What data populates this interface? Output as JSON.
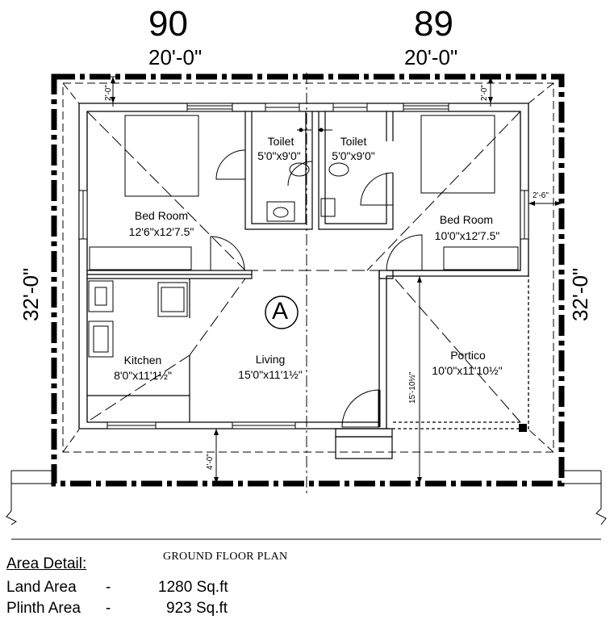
{
  "plot_numbers": {
    "left": "90",
    "right": "89"
  },
  "widths": {
    "left": "20'-0\"",
    "right": "20'-0\""
  },
  "depth": {
    "left": "32'-0\"",
    "right": "32'-0\""
  },
  "setbacks": {
    "top_left": "2'-0\"",
    "top_right": "2'-0\"",
    "right_side": "2'-6\"",
    "front": "4'-0\"",
    "portico_depth": "15'-10½\""
  },
  "rooms": {
    "bed_left": {
      "name": "Bed Room",
      "size": "12'6\"x12'7.5\""
    },
    "toilet_left": {
      "name": "Toilet",
      "size": "5'0\"x9'0\""
    },
    "toilet_right": {
      "name": "Toilet",
      "size": "5'0\"x9'0\""
    },
    "bed_right": {
      "name": "Bed Room",
      "size": "10'0\"x12'7.5\""
    },
    "kitchen": {
      "name": "Kitchen",
      "size": "8'0\"x11'1½\""
    },
    "living": {
      "name": "Living",
      "size": "15'0\"x11'1½\""
    },
    "portico": {
      "name": "Portico",
      "size": "10'0\"x11'10½\""
    }
  },
  "marker": "A",
  "caption": "GROUND FLOOR PLAN",
  "area_detail": {
    "heading": "Area Detail:",
    "rows": [
      {
        "label": "Land Area",
        "dash": "-",
        "value": "1280 Sq.ft"
      },
      {
        "label": "Plinth Area",
        "dash": "-",
        "value": "923 Sq.ft"
      }
    ]
  }
}
